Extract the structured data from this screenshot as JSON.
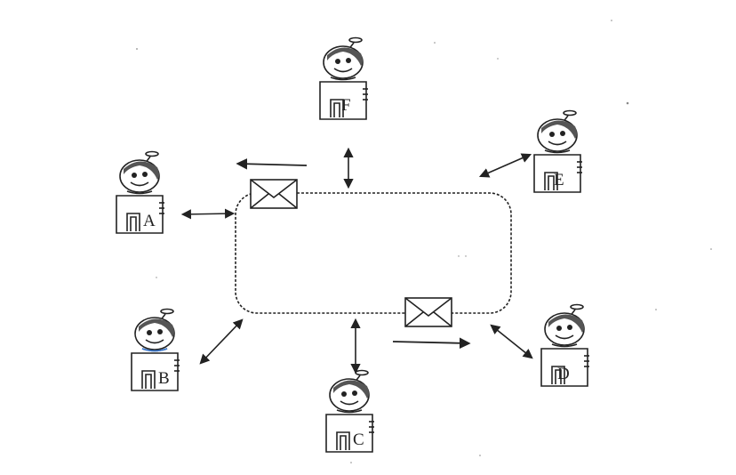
{
  "agents": [
    {
      "id": "a",
      "label": "A"
    },
    {
      "id": "b",
      "label": "B"
    },
    {
      "id": "c",
      "label": "C"
    },
    {
      "id": "d",
      "label": "D"
    },
    {
      "id": "e",
      "label": "E"
    },
    {
      "id": "f",
      "label": "F"
    }
  ],
  "icons": {
    "robot": "robot-agent-icon",
    "message": "envelope-icon",
    "arrow": "arrow-icon"
  },
  "colors": {
    "ink": "#222222",
    "background": "#ffffff",
    "collar_b": "#3a7bd5"
  }
}
